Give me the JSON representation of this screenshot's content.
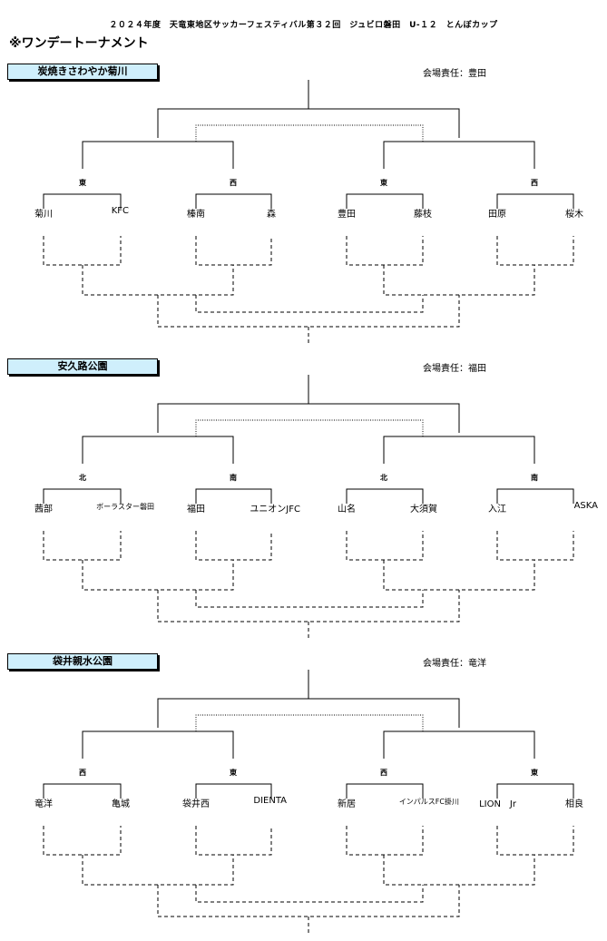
{
  "title": "２０２４年度　天竜東地区サッカーフェスティバル第３２回　ジュビロ磐田　U-１２　とんぼカップ",
  "subtitle": "※ワンデートーナメント",
  "brackets": [
    {
      "venue": "炭焼きさわやか菊川",
      "responsible": "会場責任：豊田",
      "groups": [
        "東",
        "西",
        "東",
        "西"
      ],
      "teams": [
        "菊川",
        "KFC",
        "榛南",
        "森",
        "豊田",
        "藤枝",
        "田原",
        "桜木"
      ]
    },
    {
      "venue": "安久路公園",
      "responsible": "会場責任：福田",
      "groups": [
        "北",
        "南",
        "北",
        "南"
      ],
      "teams": [
        "茜部",
        "ボーラスター磐田",
        "福田",
        "ユニオンJFC",
        "山名",
        "大須賀",
        "入江",
        "ASKA"
      ]
    },
    {
      "venue": "袋井親水公園",
      "responsible": "会場責任：竜洋",
      "groups": [
        "西",
        "東",
        "西",
        "東"
      ],
      "teams": [
        "竜洋",
        "亀城",
        "袋井西",
        "DIENTA",
        "新居",
        "インパルスFC掛川",
        "LION　Jr",
        "相良"
      ]
    }
  ]
}
